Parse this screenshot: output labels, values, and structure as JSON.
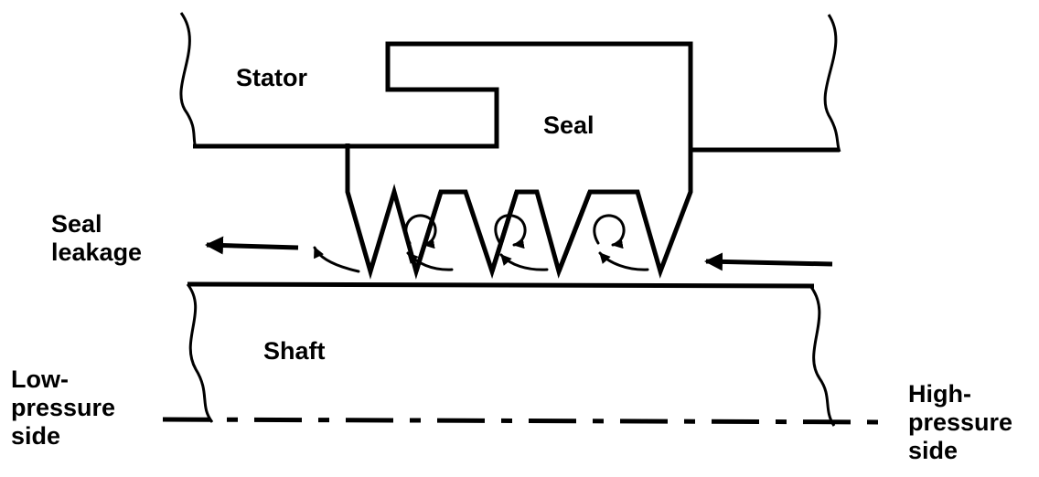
{
  "labels": {
    "stator": "Stator",
    "seal": "Seal",
    "seal_leakage_line1": "Seal",
    "seal_leakage_line2": "leakage",
    "shaft": "Shaft",
    "low_pressure_line1": "Low-",
    "low_pressure_line2": "pressure",
    "low_pressure_line3": "side",
    "high_pressure_line1": "High-",
    "high_pressure_line2": "pressure",
    "high_pressure_line3": "side"
  }
}
